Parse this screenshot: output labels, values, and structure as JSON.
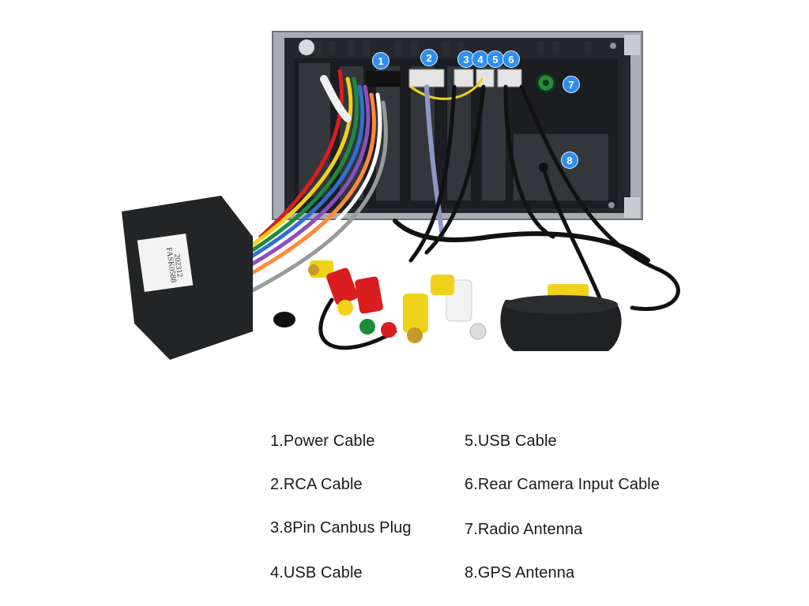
{
  "badges": [
    "1",
    "2",
    "3",
    "4",
    "5",
    "6",
    "7",
    "8"
  ],
  "harness_label": {
    "line1": "FASK0588",
    "line2": "202312"
  },
  "legend": {
    "left": [
      "1.Power Cable",
      "2.RCA Cable",
      "3.8Pin Canbus Plug",
      "4.USB Cable"
    ],
    "right": [
      "5.USB Cable",
      "6.Rear Camera Input Cable",
      "7.Radio Antenna",
      "8.GPS Antenna"
    ]
  },
  "colors": {
    "badge": "#2f8ff0",
    "chassis": "#1d1f22",
    "frame": "#9aa0a6",
    "harness": "#222426",
    "rca_red": "#d81e1e",
    "rca_yellow": "#f1d21a",
    "rca_white": "#f2f2f2",
    "rca_green": "#1e8a3c"
  }
}
